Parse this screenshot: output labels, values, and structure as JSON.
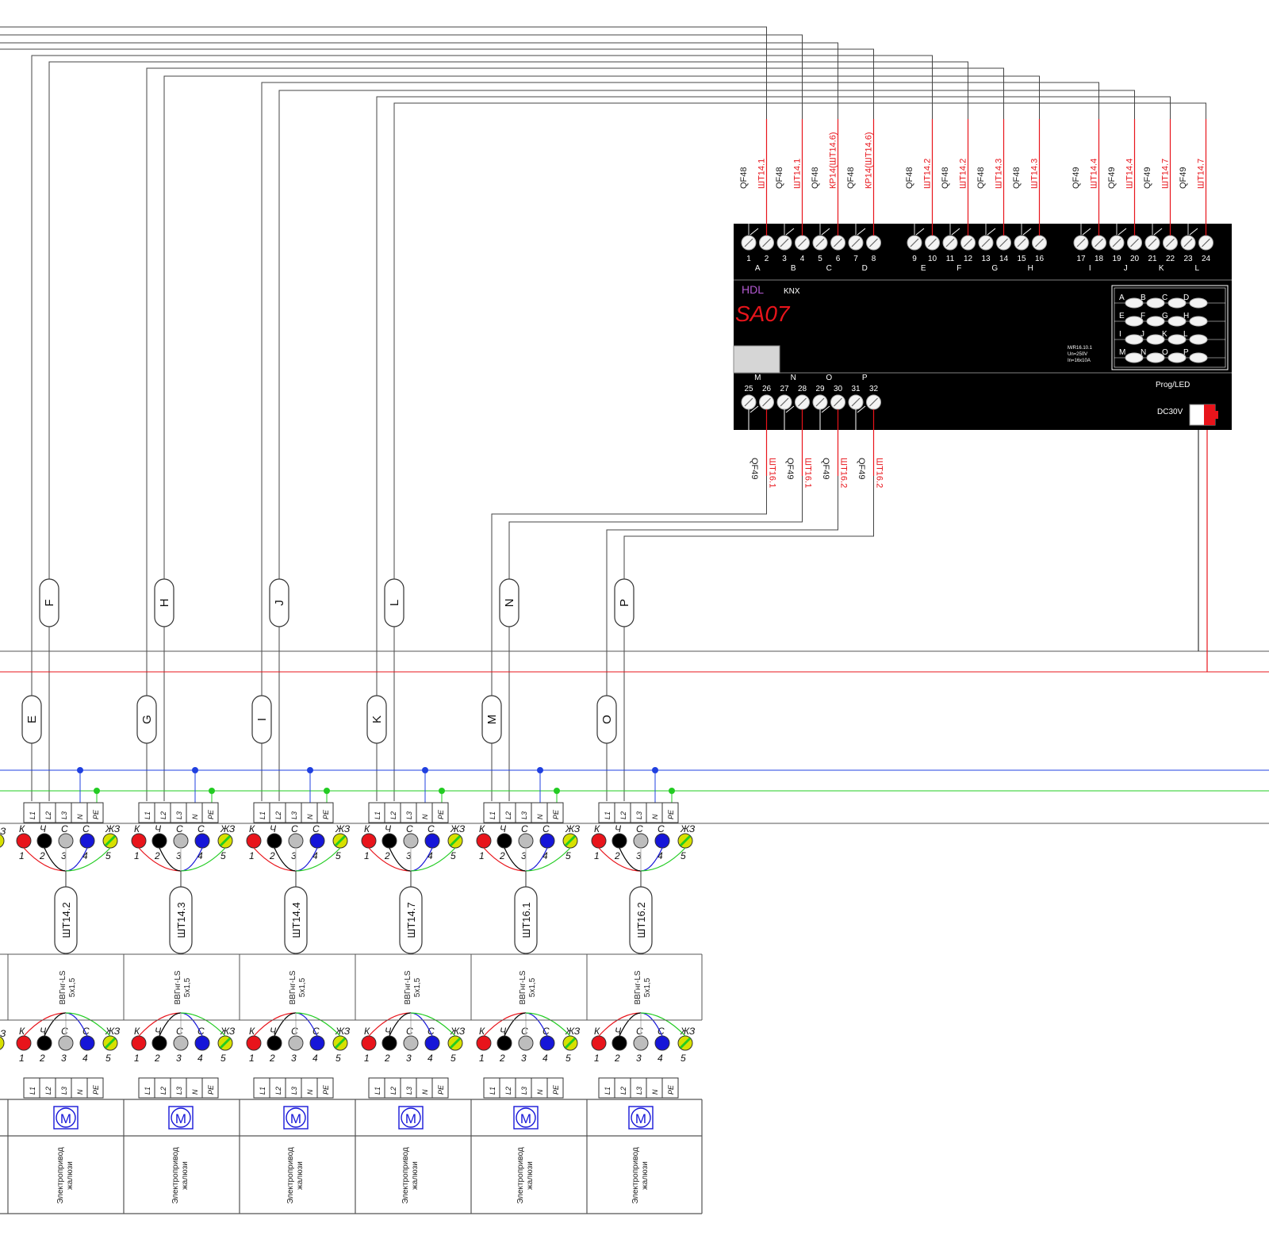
{
  "device": {
    "brand": "HDL",
    "bus": "KNX",
    "model": "SA07",
    "spec_lines": [
      "M/R16.10.1",
      "Un=250V",
      "In=16x10A"
    ],
    "prog_label": "Prog/LED",
    "power_label": "DC30V",
    "grid_letters": [
      [
        "A",
        "B",
        "C",
        "D"
      ],
      [
        "E",
        "F",
        "G",
        "H"
      ],
      [
        "I",
        "J",
        "K",
        "L"
      ],
      [
        "M",
        "N",
        "O",
        "P"
      ]
    ],
    "top_terminals": [
      "1",
      "2",
      "3",
      "4",
      "5",
      "6",
      "7",
      "8",
      "9",
      "10",
      "11",
      "12",
      "13",
      "14",
      "15",
      "16",
      "17",
      "18",
      "19",
      "20",
      "21",
      "22",
      "23",
      "24"
    ],
    "top_channels": [
      "A",
      "B",
      "C",
      "D",
      "E",
      "F",
      "G",
      "H",
      "I",
      "J",
      "K",
      "L"
    ],
    "bottom_terminals": [
      "25",
      "26",
      "27",
      "28",
      "29",
      "30",
      "31",
      "32"
    ],
    "bottom_channels": [
      "M",
      "N",
      "O",
      "P"
    ]
  },
  "top_labels": [
    "QF48",
    "ШТ14.1",
    "QF48",
    "ШТ14.1",
    "QF48",
    "КР14(ШТ14.6)",
    "QF48",
    "КР14(ШТ14.6)",
    "QF48",
    "ШТ14.2",
    "QF48",
    "ШТ14.2",
    "QF48",
    "ШТ14.3",
    "QF48",
    "ШТ14.3",
    "QF49",
    "ШТ14.4",
    "QF49",
    "ШТ14.4",
    "QF49",
    "ШТ14.7",
    "QF49",
    "ШТ14.7"
  ],
  "bottom_labels": [
    "QF49",
    "ШТ16.1",
    "QF49",
    "ШТ16.1",
    "QF49",
    "ШТ16.2",
    "QF49",
    "ШТ16.2"
  ],
  "wire_tags": [
    {
      "upper": "F",
      "lower": "E"
    },
    {
      "upper": "H",
      "lower": "G"
    },
    {
      "upper": "J",
      "lower": "I"
    },
    {
      "upper": "L",
      "lower": "K"
    },
    {
      "upper": "N",
      "lower": "M"
    },
    {
      "upper": "P",
      "lower": "O"
    }
  ],
  "terminal_block_labels": [
    "L1",
    "L2",
    "L3",
    "N",
    "PE"
  ],
  "conductor_colors": [
    "К",
    "Ч",
    "С",
    "С",
    "ЖЗ"
  ],
  "conductor_numbers": [
    "1",
    "2",
    "3",
    "4",
    "5"
  ],
  "partial_left_label": "З",
  "cable_spec": [
    "ВВГнг-LS",
    "5х1,5"
  ],
  "units": [
    {
      "cabinet": "ШТ14.2"
    },
    {
      "cabinet": "ШТ14.3"
    },
    {
      "cabinet": "ШТ14.4"
    },
    {
      "cabinet": "ШТ14.7"
    },
    {
      "cabinet": "ШТ16.1"
    },
    {
      "cabinet": "ШТ16.2"
    }
  ],
  "motor_symbol": "M",
  "load_label": [
    "Электропривод",
    "жалюзи"
  ],
  "colors": {
    "device_body": "#000000",
    "red_label": "#e8141b",
    "neutral_bus": "#2040e0",
    "pe_bus": "#22cc22",
    "brand": "#b45ad2",
    "core_brown_red": "#e8141b",
    "core_black": "#000000",
    "core_grey": "#bdbdbd",
    "core_blue": "#1616d8",
    "core_pe": "#d8e000"
  }
}
